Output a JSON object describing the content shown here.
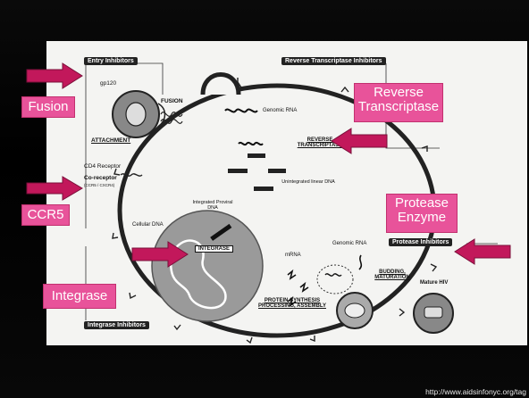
{
  "slide": {
    "source_url": "http://www.aidsinfonyc.org/tag"
  },
  "callouts": {
    "fusion": "Fusion",
    "reverse_transcriptase": "Reverse Transcriptase",
    "ccr5": "CCR5",
    "protease_enzyme": "Protease Enzyme",
    "integrase": "Integrase"
  },
  "diagram": {
    "entry_inhibitors": "Entry Inhibitors",
    "reverse_transcriptase_inhibitors": "Reverse Transcriptase Inhibitors",
    "protease_inhibitors": "Protease Inhibitors",
    "integrase_inhibitors": "Integrase Inhibitors",
    "gp120": "gp120",
    "fusion_step": "FUSION",
    "attachment": "ATTACHMENT",
    "cd4_receptor": "CD4 Receptor",
    "co_receptor": "Co-receptor",
    "co_receptor_detail": "(CCR5 / CXCR4)",
    "genomic_rna_top": "Genomic RNA",
    "reverse_transcriptase_step": "REVERSE TRANSCRIPTASE",
    "unintegrated_linear_dna": "Unintegrated linear DNA",
    "integrated_proviral_dna": "Integrated Proviral DNA",
    "cellular_dna": "Cellular DNA",
    "integrase_step": "INTEGRASE",
    "mrna": "mRNA",
    "genomic_rna_right": "Genomic RNA",
    "budding_maturation": "BUDDING, MATURATION",
    "mature_hiv": "Mature HIV",
    "protein_synthesis": "PROTEIN SYNTHESIS PROCESSING, ASSEMBLY"
  },
  "colors": {
    "callout_fill": "#e8539a",
    "arrow_fill": "#c2185b",
    "background": "#000000",
    "panel": "#f4f4f2"
  }
}
